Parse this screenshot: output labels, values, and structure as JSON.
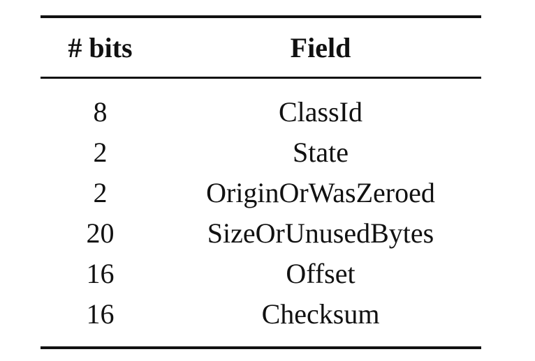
{
  "table": {
    "headers": [
      "# bits",
      "Field"
    ],
    "rows": [
      {
        "bits": "8",
        "field": "ClassId"
      },
      {
        "bits": "2",
        "field": "State"
      },
      {
        "bits": "2",
        "field": "OriginOrWasZeroed"
      },
      {
        "bits": "20",
        "field": "SizeOrUnusedBytes"
      },
      {
        "bits": "16",
        "field": "Offset"
      },
      {
        "bits": "16",
        "field": "Checksum"
      }
    ]
  }
}
